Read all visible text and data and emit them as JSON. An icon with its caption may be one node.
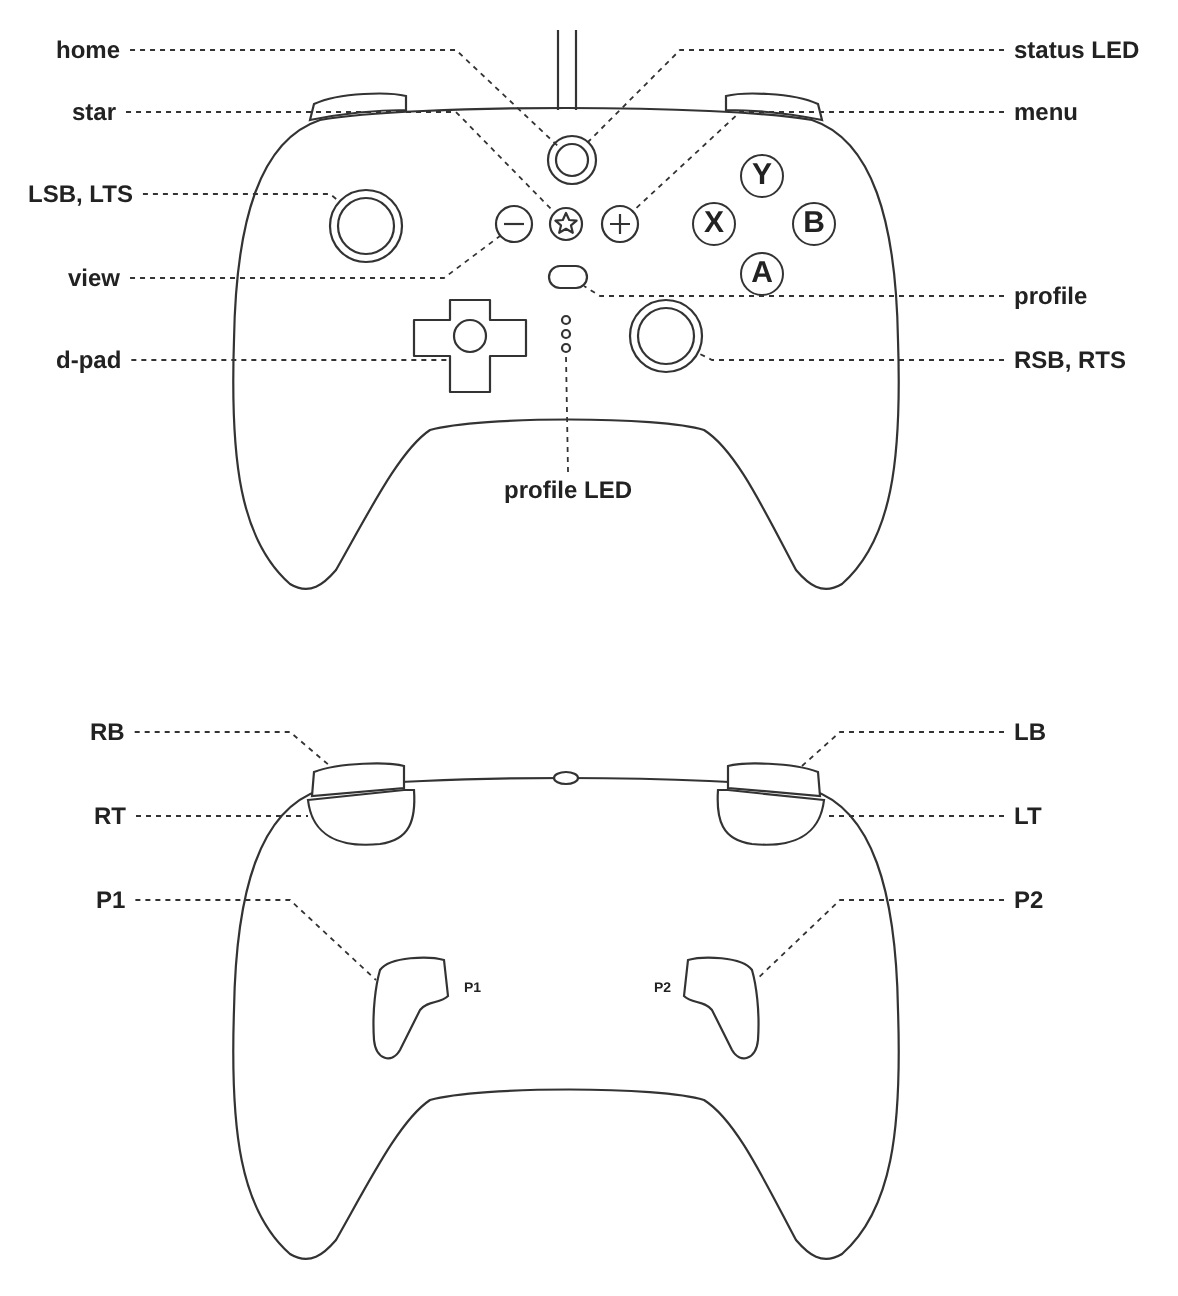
{
  "diagram": {
    "nodes": [
      {
        "text": [
          "home"
        ]
      },
      {
        "text": [
          "star"
        ]
      },
      {
        "text": [
          "LSB, LTS"
        ]
      },
      {
        "text": [
          "view"
        ]
      },
      {
        "text": [
          "d-pad"
        ]
      },
      {
        "text": [
          "status LED"
        ]
      },
      {
        "text": [
          "menu"
        ]
      },
      {
        "text": [
          "profile"
        ]
      },
      {
        "text": [
          "RSB, RTS"
        ]
      },
      {
        "text": [
          "profile LED"
        ]
      },
      {
        "text": [
          "Y"
        ]
      },
      {
        "text": [
          "X"
        ]
      },
      {
        "text": [
          "B"
        ]
      },
      {
        "text": [
          "A"
        ]
      },
      {
        "text": [
          "RB"
        ]
      },
      {
        "text": [
          "RT"
        ]
      },
      {
        "text": [
          "P1"
        ]
      },
      {
        "text": [
          "LB"
        ]
      },
      {
        "text": [
          "LT"
        ]
      },
      {
        "text": [
          "P2"
        ]
      },
      {
        "text": [],
        "shape": "circle"
      },
      {
        "text": [],
        "shape": "circle"
      },
      {
        "text": [],
        "shape": "cross"
      },
      {
        "text": [],
        "shape": "circle"
      },
      {
        "text": [],
        "shape": "circle",
        "in": 23
      },
      {
        "text": [],
        "shape": "circle"
      },
      {
        "text": [],
        "shape": "box"
      },
      {
        "text": [],
        "shape": "circle"
      },
      {
        "text": [],
        "shape": "circle"
      },
      {
        "text": [],
        "shape": "circle"
      },
      {
        "text": [],
        "shape": "bar"
      },
      {
        "text": [],
        "shape": "bar"
      },
      {
        "text": [],
        "shape": "paddle"
      },
      {
        "text": [],
        "shape": "bar"
      },
      {
        "text": [],
        "shape": "bar"
      },
      {
        "text": [],
        "shape": "paddle"
      }
    ],
    "edges": [
      {
        "from": 0,
        "to": 24,
        "arrow": "none",
        "style": "dashed"
      },
      {
        "from": 1,
        "to": 25,
        "arrow": "none",
        "style": "dashed"
      },
      {
        "from": 2,
        "to": 20,
        "arrow": "none",
        "style": "dashed"
      },
      {
        "from": 3,
        "to": 21,
        "arrow": "none",
        "style": "dashed"
      },
      {
        "from": 4,
        "to": 22,
        "arrow": "none",
        "style": "dashed"
      },
      {
        "from": 5,
        "to": 23,
        "arrow": "none",
        "style": "dashed"
      },
      {
        "from": 6,
        "to": 28,
        "arrow": "none",
        "style": "dashed"
      },
      {
        "from": 7,
        "to": 26,
        "arrow": "none",
        "style": "dashed"
      },
      {
        "from": 8,
        "to": 29,
        "arrow": "none",
        "style": "dashed"
      },
      {
        "from": 9,
        "to": 27,
        "arrow": "none",
        "style": "dashed"
      },
      {
        "from": 14,
        "to": 30,
        "arrow": "none",
        "style": "dashed"
      },
      {
        "from": 15,
        "to": 31,
        "arrow": "none",
        "style": "dashed"
      },
      {
        "from": 16,
        "to": 32,
        "arrow": "none",
        "style": "dashed"
      },
      {
        "from": 17,
        "to": 33,
        "arrow": "none",
        "style": "dashed"
      },
      {
        "from": 18,
        "to": 34,
        "arrow": "none",
        "style": "dashed"
      },
      {
        "from": 19,
        "to": 35,
        "arrow": "none",
        "style": "dashed"
      }
    ],
    "labels": [
      "P1",
      "P2"
    ]
  }
}
